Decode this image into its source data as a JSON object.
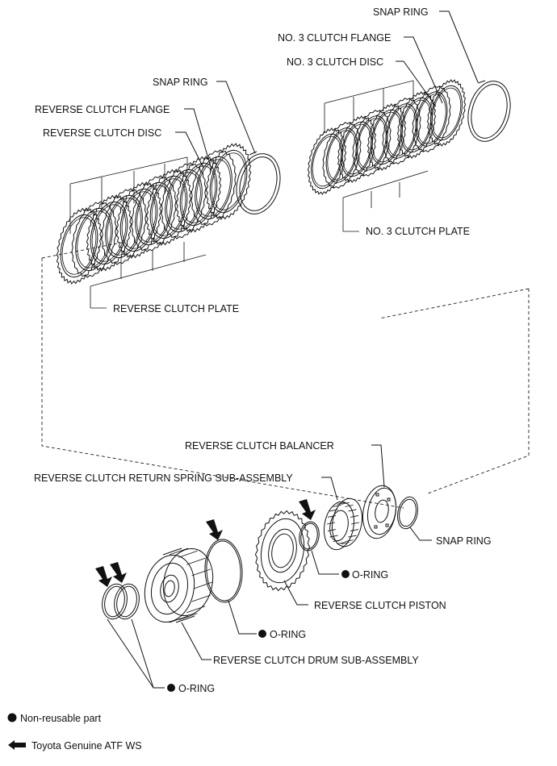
{
  "labels": {
    "snap_ring_top": "SNAP RING",
    "no3_clutch_flange": "NO. 3 CLUTCH FLANGE",
    "no3_clutch_disc": "NO. 3 CLUTCH DISC",
    "snap_ring_left": "SNAP RING",
    "reverse_clutch_flange": "REVERSE CLUTCH FLANGE",
    "reverse_clutch_disc": "REVERSE CLUTCH DISC",
    "no3_clutch_plate": "NO. 3 CLUTCH PLATE",
    "reverse_clutch_plate": "REVERSE CLUTCH PLATE",
    "reverse_clutch_balancer": "REVERSE CLUTCH BALANCER",
    "return_spring": "REVERSE CLUTCH RETURN SPRING SUB-ASSEMBLY",
    "snap_ring_bottom": "SNAP RING",
    "o_ring_piston": "O-RING",
    "reverse_clutch_piston": "REVERSE CLUTCH PISTON",
    "o_ring_drum": "O-RING",
    "reverse_clutch_drum": "REVERSE CLUTCH DRUM SUB-ASSEMBLY",
    "o_ring_small": "O-RING"
  },
  "legend": {
    "non_reusable": "Non-reusable part",
    "atf": "Toyota Genuine ATF WS"
  }
}
